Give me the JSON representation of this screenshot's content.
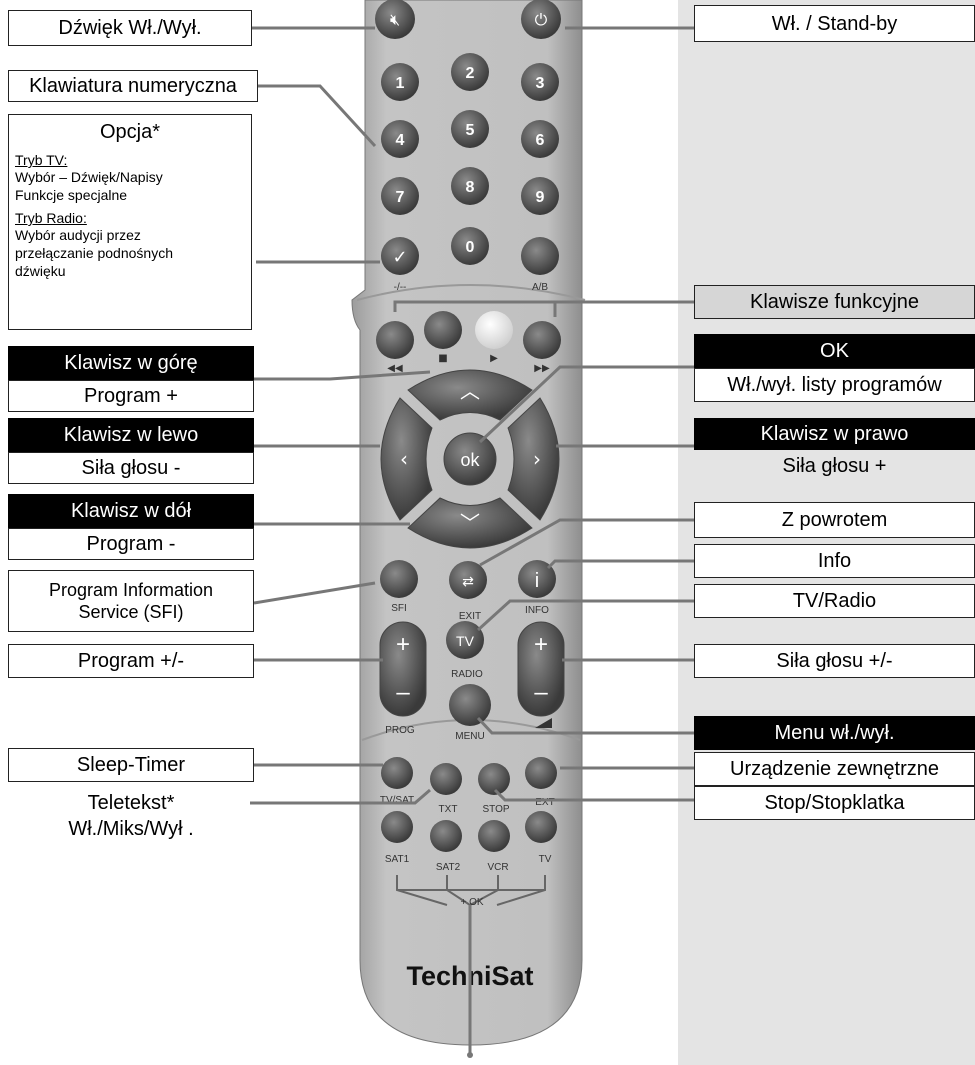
{
  "left_labels": {
    "mute": "Dźwięk Wł./Wył.",
    "numpad": "Klawiatura numeryczna",
    "option_title": "Opcja*",
    "option_tv_heading": "Tryb TV:",
    "option_tv_line1": "Wybór – Dźwięk/Napisy",
    "option_tv_line2": "Funkcje specjalne",
    "option_radio_heading": "Tryb Radio:",
    "option_radio_line1": "Wybór audycji przez",
    "option_radio_line2": "przełączanie podnośnych",
    "option_radio_line3": "dźwięku",
    "up_title": "Klawisz w górę",
    "up_desc": "Program +",
    "left_title": "Klawisz w lewo",
    "left_desc": "Siła głosu -",
    "down_title": "Klawisz w dół",
    "down_desc": "Program  -",
    "sfi_line1": "Program Information",
    "sfi_line2": "Service (SFI)",
    "prog": "Program +/-",
    "sleep": "Sleep-Timer",
    "teletext_line1": "Teletekst*",
    "teletext_line2": "Wł./Miks/Wył ."
  },
  "right_labels": {
    "standby": "Wł. / Stand-by",
    "function_keys": "Klawisze funkcyjne",
    "ok_title": "OK",
    "ok_desc": "Wł./wył. listy programów",
    "right_title": "Klawisz w prawo",
    "right_desc": "Siła głosu +",
    "back": "Z powrotem",
    "info": "Info",
    "tvradio": "TV/Radio",
    "volume": "Siła głosu +/-",
    "menu": "Menu wł./wył.",
    "ext": "Urządzenie zewnętrzne",
    "stop": "Stop/Stopklatka"
  },
  "remote": {
    "digits": [
      "1",
      "2",
      "3",
      "4",
      "5",
      "6",
      "7",
      "8",
      "9",
      "0"
    ],
    "label_option": "-/--",
    "label_ab": "A/B",
    "ok_label": "ok",
    "label_sfi": "SFI",
    "label_exit": "EXIT",
    "label_info": "INFO",
    "info_glyph": "i",
    "tv_label": "TV",
    "label_radio": "RADIO",
    "label_prog": "PROG",
    "label_menu": "MENU",
    "plus": "+",
    "minus": "–",
    "label_tvsat": "TV/SAT",
    "label_txt": "TXT",
    "label_stop": "STOP",
    "label_ext": "EXT",
    "label_sat1": "SAT1",
    "label_sat2": "SAT2",
    "label_vcr": "VCR",
    "label_tv": "TV",
    "label_plus_ok": "+ OK",
    "brand": "TechniSat"
  },
  "colors": {
    "panel": "#e4e4e4",
    "remote_body": "#b8b8b8",
    "button": "#5a5a5a",
    "black_label": "#000000"
  }
}
